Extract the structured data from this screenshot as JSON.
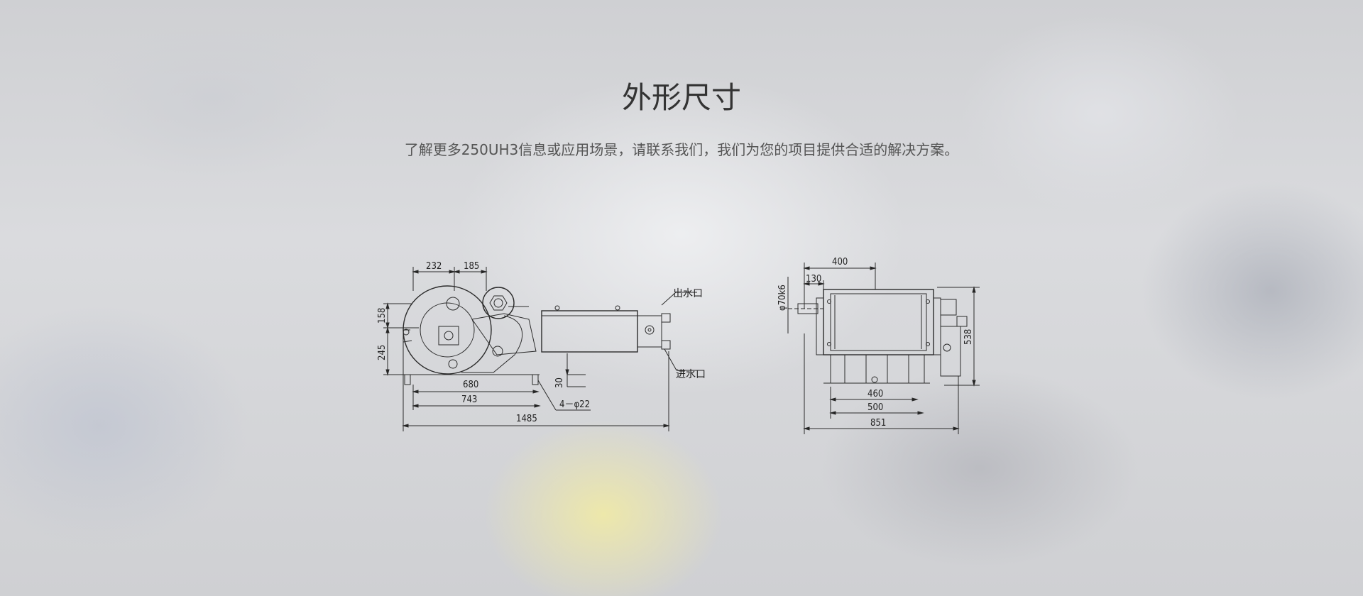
{
  "section": {
    "title": "外形尺寸",
    "subtitle": "了解更多250UH3信息或应用场景，请联系我们，我们为您的项目提供合适的解决方案。"
  },
  "side_view": {
    "dims": {
      "top1": "232",
      "top2": "185",
      "left_upper": "158",
      "left_lower": "245",
      "base1": "680",
      "base2": "743",
      "total": "1485",
      "leg_height": "30",
      "holes": "4－φ22"
    },
    "labels": {
      "outlet": "出水口",
      "inlet": "进水口"
    }
  },
  "front_view": {
    "dims": {
      "top": "400",
      "shaft_offset": "130",
      "shaft_dia": "φ70k6",
      "height": "538",
      "base1": "460",
      "base2": "500",
      "total": "851"
    }
  }
}
